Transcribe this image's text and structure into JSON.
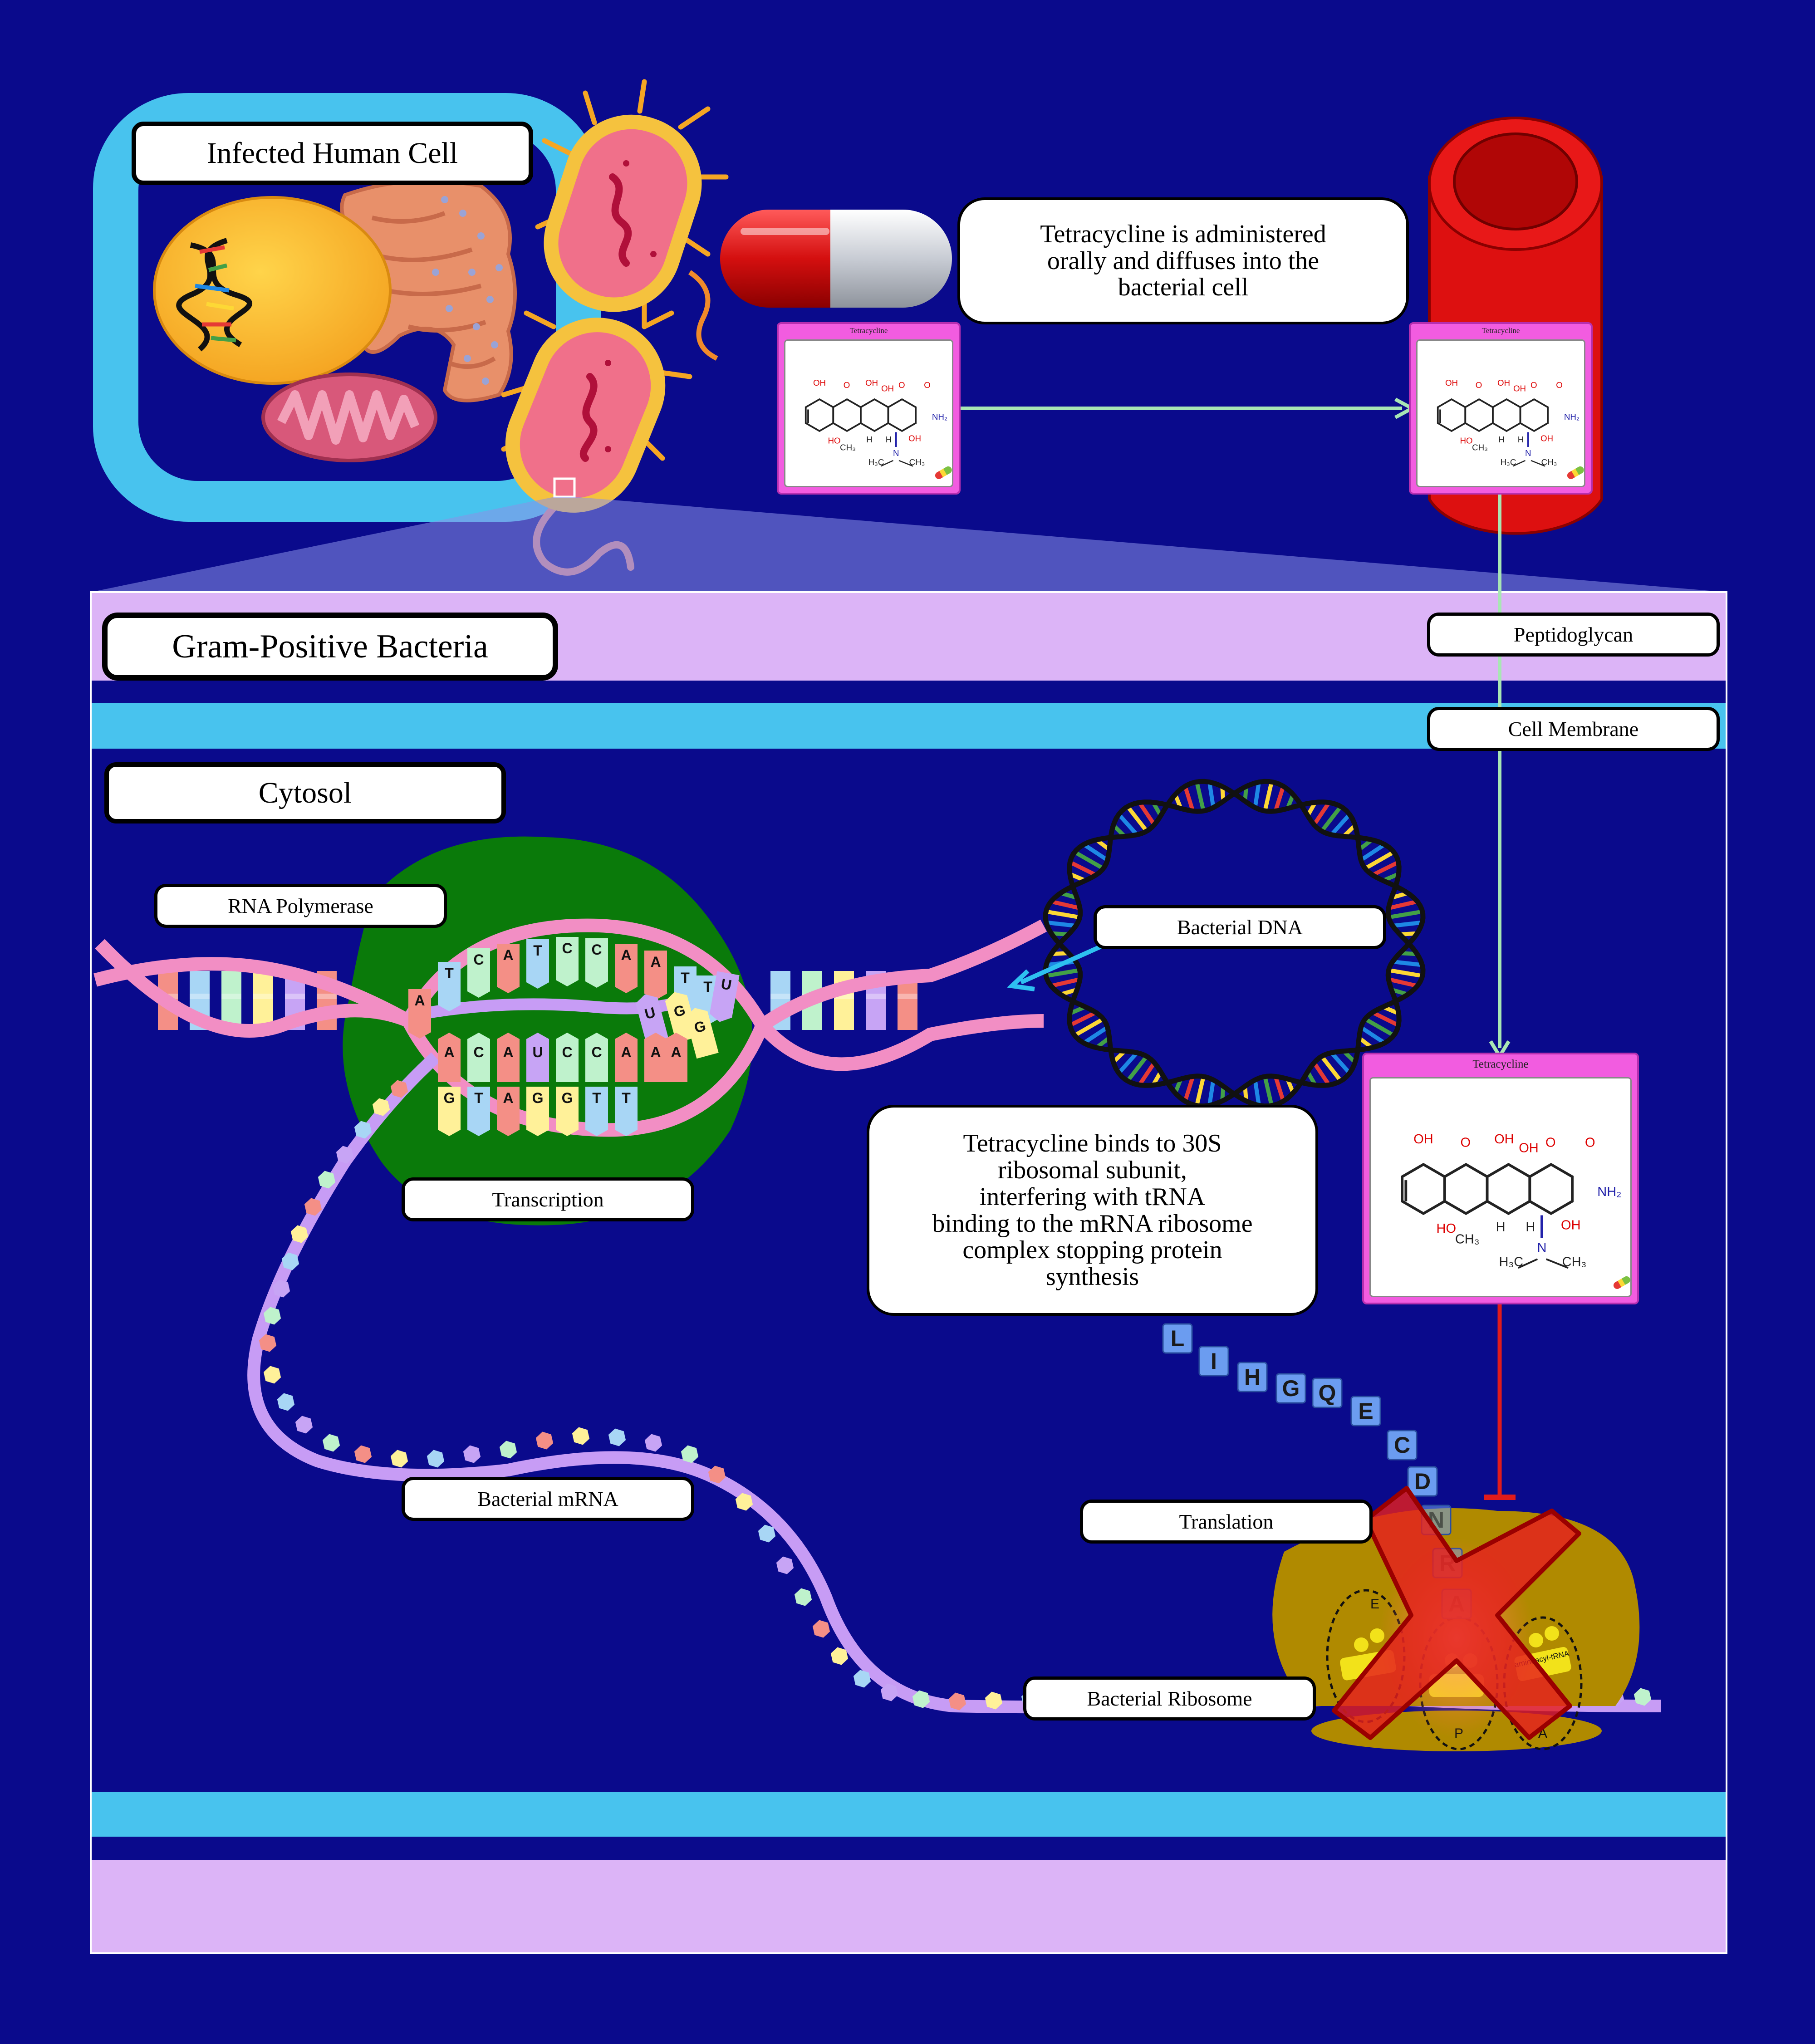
{
  "colors": {
    "background": "#0a0a8c",
    "human_cell": "#48c3ee",
    "peptidoglycan": "#dcb4f7",
    "membrane": "#48c3ee",
    "rna_polymerase": "#0a7a0a",
    "ribosome": "#b08a00",
    "mrna": "#c79cf5",
    "dna_strand": "#f28ec4",
    "arrow_path": "#a8e6b4",
    "inhibition": "#e01b1b",
    "amino_acid": "#6b9cf0",
    "drug_card_header": "#f25ce0"
  },
  "labels": {
    "infected_human_cell": "Infected Human Cell",
    "gram_positive": "Gram-Positive Bacteria",
    "cytosol": "Cytosol",
    "peptidoglycan": "Peptidoglycan",
    "cell_membrane": "Cell Membrane",
    "rna_polymerase": "RNA Polymerase",
    "bacterial_dna": "Bacterial DNA",
    "transcription": "Transcription",
    "bacterial_mrna": "Bacterial mRNA",
    "translation": "Translation",
    "bacterial_ribosome": "Bacterial Ribosome"
  },
  "notes": {
    "administration": "Tetracycline is administered\norally and diffuses into the\nbacterial cell",
    "mechanism": "Tetracycline binds to 30S\nribosomal subunit,\ninterfering with tRNA\nbinding to the mRNA ribosome\ncomplex stopping protein\nsynthesis"
  },
  "drug_cards": [
    {
      "title": "Tetracycline"
    },
    {
      "title": "Tetracycline"
    },
    {
      "title": "Tetracycline"
    }
  ],
  "molecule_labels": {
    "oh": "OH",
    "o": "O",
    "nh2": "NH₂",
    "h": "H",
    "ho": "HO",
    "ch3": "CH₃",
    "n": "N",
    "h3c": "H₃C"
  },
  "ribosome_sites": {
    "e": "E",
    "p": "P",
    "a": "A"
  },
  "trna_label": "aminoacyl-tRNA",
  "bases": {
    "top_strand": [
      "A",
      "T",
      "C",
      "A",
      "T",
      "C",
      "C",
      "A",
      "A",
      "T",
      "T",
      "U"
    ],
    "rna_new": [
      "U",
      "G",
      "G"
    ],
    "bottom_strand": [
      "A",
      "C",
      "A",
      "U",
      "C",
      "C",
      "A",
      "A",
      "A"
    ],
    "template_strand": [
      "G",
      "T",
      "A",
      "G",
      "G",
      "T",
      "T"
    ]
  },
  "peptide_chain": [
    "L",
    "I",
    "H",
    "G",
    "Q",
    "E",
    "C",
    "D",
    "N",
    "R",
    "A"
  ]
}
